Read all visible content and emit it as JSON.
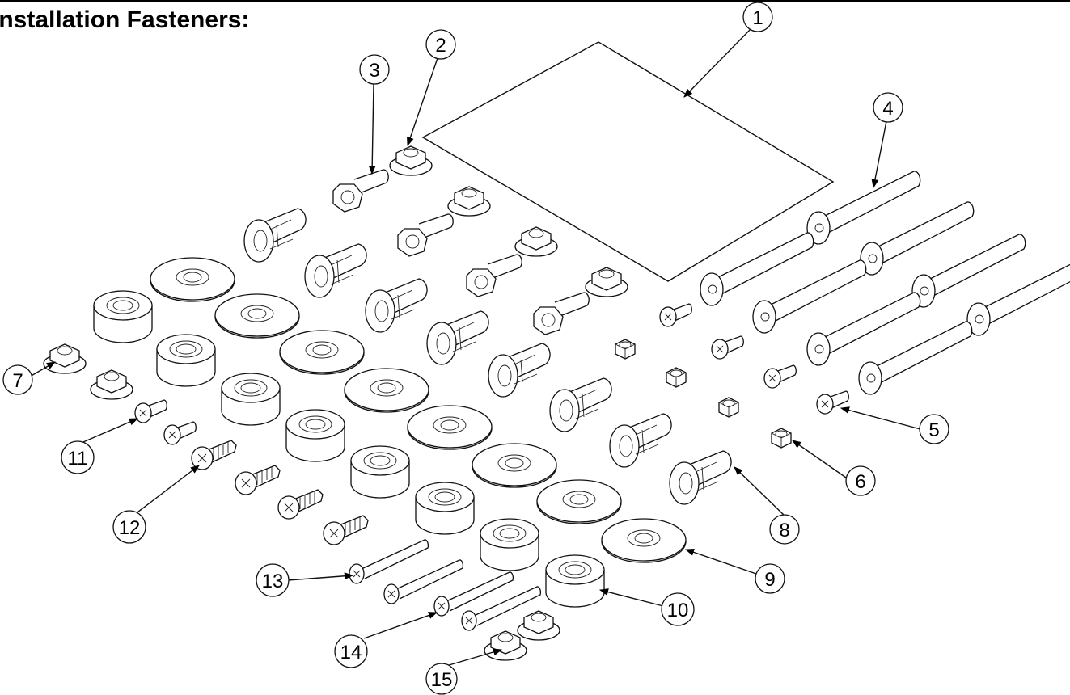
{
  "header": {
    "title": "Installation Fasteners:"
  },
  "callouts": [
    "1",
    "2",
    "3",
    "4",
    "5",
    "6",
    "7",
    "8",
    "9",
    "10",
    "11",
    "12",
    "13",
    "14",
    "15"
  ]
}
